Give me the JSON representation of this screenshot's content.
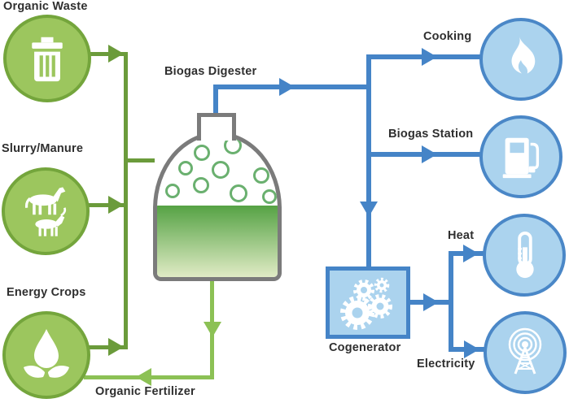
{
  "nodes": {
    "organic_waste": {
      "label": "Organic Waste",
      "icon": "trash-icon"
    },
    "slurry_manure": {
      "label": "Slurry/Manure",
      "icon": "livestock-icon"
    },
    "energy_crops": {
      "label": "Energy Crops",
      "icon": "drop-leaves-icon"
    },
    "biogas_digester": {
      "label": "Biogas Digester",
      "icon": "digester-vessel"
    },
    "organic_fertilizer": {
      "label": "Organic Fertilizer"
    },
    "cooking": {
      "label": "Cooking",
      "icon": "flame-icon"
    },
    "biogas_station": {
      "label": "Biogas Station",
      "icon": "fuel-pump-icon"
    },
    "cogenerator": {
      "label": "Cogenerator",
      "icon": "gears-icon"
    },
    "heat": {
      "label": "Heat",
      "icon": "thermometer-icon"
    },
    "electricity": {
      "label": "Electricity",
      "icon": "radio-tower-icon"
    }
  },
  "edges": [
    {
      "from": "organic_waste",
      "to": "biogas_digester",
      "color": "dark-green"
    },
    {
      "from": "slurry_manure",
      "to": "biogas_digester",
      "color": "dark-green"
    },
    {
      "from": "energy_crops",
      "to": "biogas_digester",
      "color": "dark-green"
    },
    {
      "from": "biogas_digester",
      "to": "cooking",
      "color": "blue"
    },
    {
      "from": "biogas_digester",
      "to": "biogas_station",
      "color": "blue"
    },
    {
      "from": "biogas_digester",
      "to": "cogenerator",
      "color": "blue"
    },
    {
      "from": "cogenerator",
      "to": "heat",
      "color": "blue"
    },
    {
      "from": "cogenerator",
      "to": "electricity",
      "color": "blue"
    },
    {
      "from": "biogas_digester",
      "to": "organic_fertilizer",
      "color": "light-green",
      "note": "loops back to energy crops"
    }
  ],
  "colors": {
    "green_circle_fill": "#9cc65e",
    "green_circle_border": "#74a53c",
    "green_line_dark": "#6b9b3b",
    "green_line_light": "#8cc155",
    "blue_circle_fill": "#abd3ee",
    "blue_circle_border": "#4a87c7",
    "blue_line": "#4584c7",
    "vessel_border": "#7b7b7b",
    "bubble_ring": "#6ab06f",
    "label_text": "#2f2f2f"
  }
}
